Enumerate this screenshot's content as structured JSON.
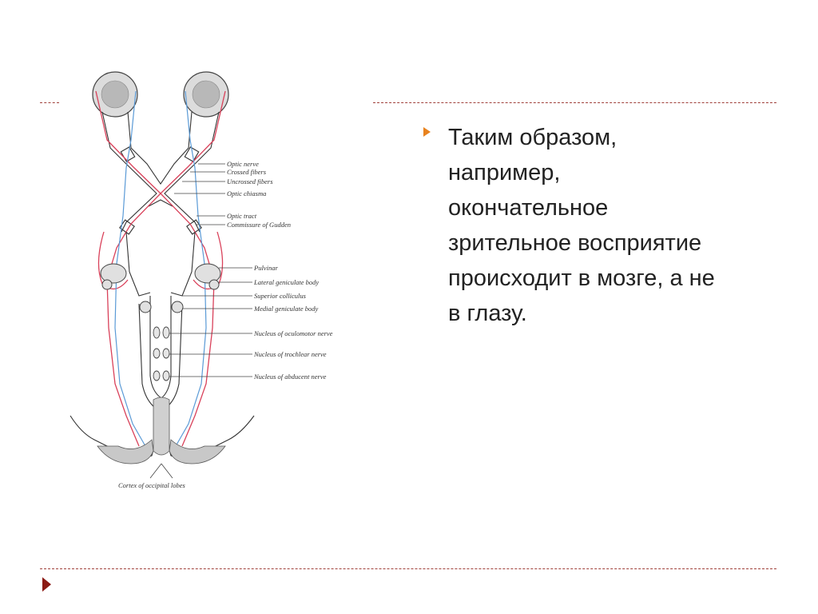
{
  "colors": {
    "accent_dark_red": "#8b1a13",
    "bullet_orange": "#e8821e",
    "rule_color": "#a0403a",
    "crossed_fiber": "#d9415a",
    "uncrossed_fiber": "#5a9ad6"
  },
  "slide": {
    "bullet_icon": "orange-triangle-bullet",
    "nav_icon": "dark-red-triangle",
    "bullet_text": "Таким образом,\nнапример,\nокончательное\nзрительное восприятие\nпроисходит в мозге, а не\nв глазу."
  },
  "diagram": {
    "labels": {
      "optic_nerve": "Optic nerve",
      "crossed_fibers": "Crossed fibers",
      "uncrossed_fibers": "Uncrossed fibers",
      "optic_chiasma": "Optic chiasma",
      "optic_tract": "Optic tract",
      "commissure_gudden": "Commissure of Gudden",
      "pulvinar": "Pulvinar",
      "lateral_geniculate": "Lateral geniculate body",
      "superior_colliculus": "Superior colliculus",
      "medial_geniculate": "Medial geniculate body",
      "oculomotor": "Nucleus of oculomotor nerve",
      "trochlear": "Nucleus of trochlear nerve",
      "abducent": "Nucleus of abducent nerve",
      "cortex": "Cortex of occipital lobes"
    }
  }
}
